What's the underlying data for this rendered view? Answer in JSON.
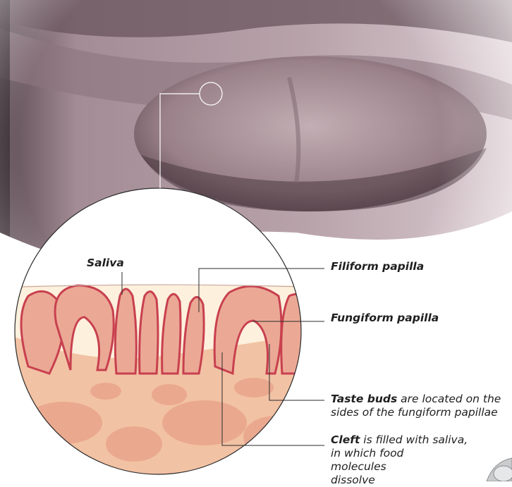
{
  "labels": {
    "saliva": "Saliva",
    "filiform": "Filiform papilla",
    "fungiform": "Fungiform papilla",
    "taste_buds": {
      "bold": "Taste buds",
      "rest": " are located on the",
      "line2": "sides of the fungiform papillae"
    },
    "cleft": {
      "bold": "Cleft",
      "rest": " is filled with saliva,",
      "line2": "in which food",
      "line3": "molecules",
      "line4": "dissolve"
    }
  },
  "colors": {
    "photo_tint": "#8a6f78",
    "saliva_layer": "#fdf0dc",
    "papilla_edge": "#d9535e",
    "tissue": "#f0b89a",
    "tissue_dark": "#e79f86",
    "leader_line": "#2b2b2b"
  },
  "icons": {
    "corner_badge": "e-logo-icon"
  }
}
